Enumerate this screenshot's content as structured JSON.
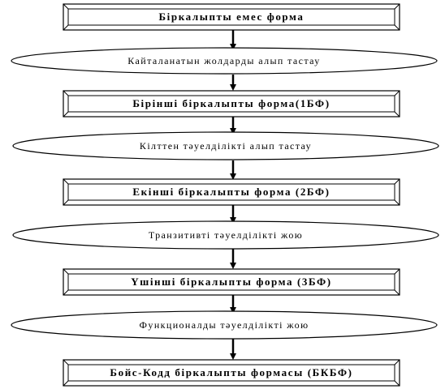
{
  "flow": {
    "forms": [
      "Біркалыпты емес форма",
      "Бірінші біркалыпты форма(1БФ)",
      "Екінші біркалыпты форма (2БФ)",
      "Үшінші біркалыпты форма (3БФ)",
      "Бойс-Кодд біркалыпты формасы (БКБФ)"
    ],
    "steps": [
      "Кайталанатын жолдарды алып тастау",
      "Кілттен тәуелділікті алып тастау",
      "Транзитивті тәуелділікті жою",
      "Функционалды тәуелділікті жою"
    ]
  }
}
